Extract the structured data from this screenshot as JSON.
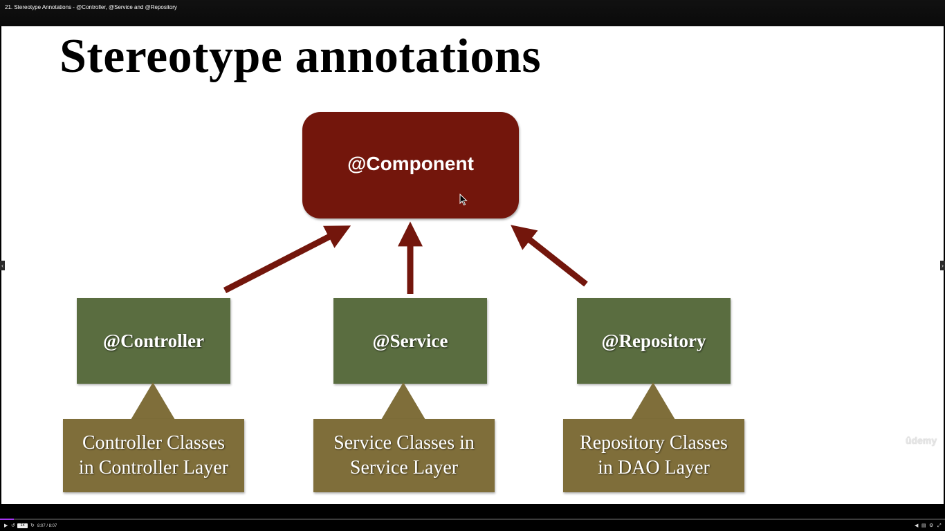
{
  "window": {
    "title": "21. Stereotype Annotations - @Controller, @Service and @Repository"
  },
  "slide": {
    "title": "Stereotype annotations",
    "component": {
      "label": "@Component",
      "color": "#73160c"
    },
    "children": [
      {
        "label": "@Controller",
        "description": "Controller Classes\nin Controller Layer"
      },
      {
        "label": "@Service",
        "description": "Service Classes in\nService Layer"
      },
      {
        "label": "@Repository",
        "description": "Repository Classes\nin DAO Layer"
      }
    ],
    "colors": {
      "green": "#5a6d40",
      "callout": "#7f6e3a",
      "arrow": "#73160c"
    }
  },
  "watermark": "ûdemy",
  "player": {
    "speed": "1x",
    "time": "8:07 / 8:07",
    "progress": 0.015,
    "accent": "#a435f0",
    "icons": [
      "play-icon",
      "rewind-icon",
      "forward-icon",
      "volume-icon",
      "transcript-icon",
      "settings-icon",
      "fullscreen-icon",
      "prev-lecture-icon",
      "next-lecture-icon"
    ]
  }
}
